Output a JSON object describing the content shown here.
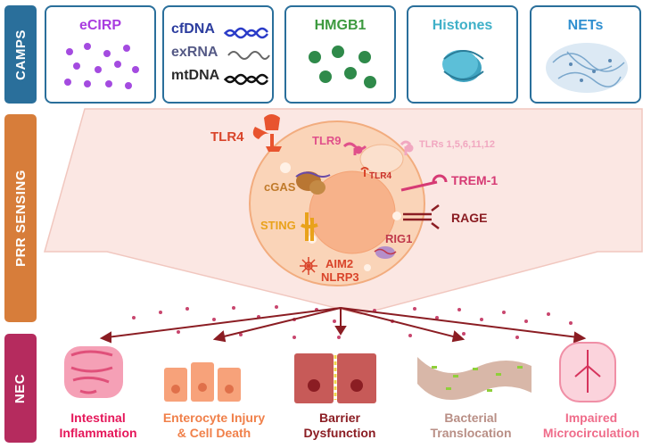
{
  "sidebar": {
    "camps": "CAMPS",
    "prr": "PRR SENSING",
    "nec": "NEC"
  },
  "camps": {
    "ecirp": "eCIRP",
    "cfdna": "cfDNA",
    "exrna": "exRNA",
    "mtdna": "mtDNA",
    "hmgb1": "HMGB1",
    "histones": "Histones",
    "nets": "NETs"
  },
  "receptors": {
    "tlr4_outer": "TLR4",
    "tlr9": "TLR9",
    "tlrs": "TLRs 1,5,6,11,12",
    "tlr4_inner": "TLR4",
    "cgas": "cGAS",
    "trem1": "TREM-1",
    "rage": "RAGE",
    "sting": "STING",
    "rig1": "RIG1",
    "aim2": "AIM2",
    "nlrp3": "NLRP3"
  },
  "outcomes": [
    {
      "line1": "Intestinal",
      "line2": "Inflammation",
      "color": "#e5175a"
    },
    {
      "line1": "Enterocyte Injury",
      "line2": "& Cell Death",
      "color": "#f0804a"
    },
    {
      "line1": "Barrier",
      "line2": "Dysfunction",
      "color": "#8b1d23"
    },
    {
      "line1": "Bacterial",
      "line2": "Translocation",
      "color": "#b98f86"
    },
    {
      "line1": "Impaired",
      "line2": "Microcirculation",
      "color": "#ef6c8a"
    }
  ],
  "colors": {
    "camps_bar": "#2a6f9b",
    "prr_bar": "#d77d3a",
    "nec_bar": "#b52b5e",
    "cell": "#f9d4b7",
    "nucleus": "#f7b98f"
  }
}
